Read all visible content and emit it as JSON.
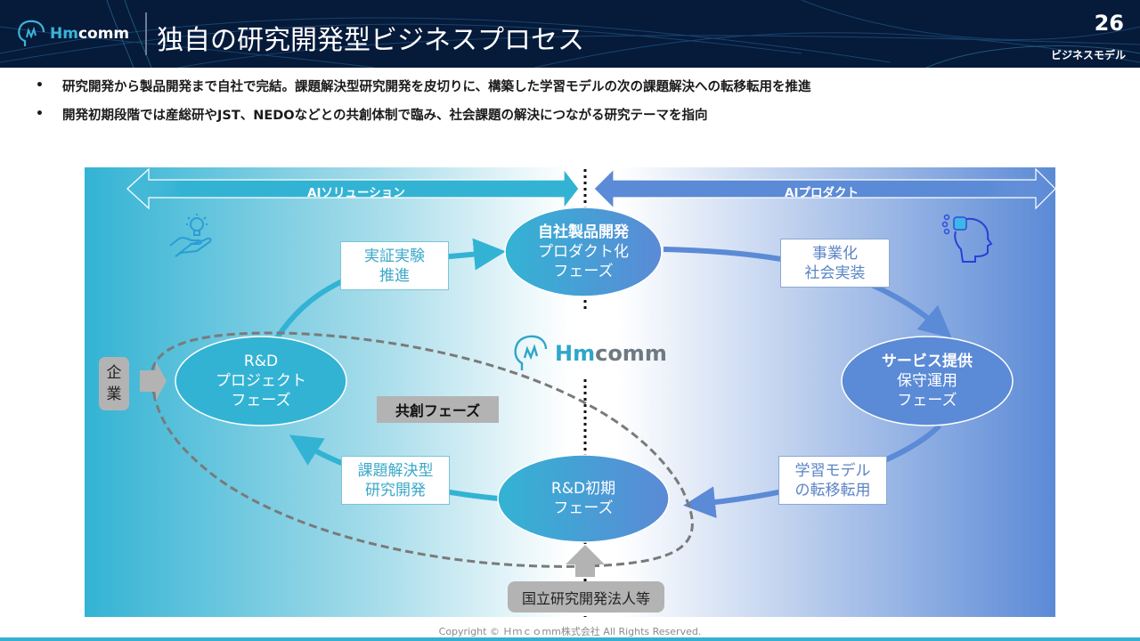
{
  "header": {
    "logo_text_prefix": "Hm",
    "logo_text_suffix": "comm",
    "title": "独自の研究開発型ビジネスプロセス",
    "page_number": "26",
    "section": "ビジネスモデル"
  },
  "bullets": [
    "研究開発から製品開発まで自社で完結。課題解決型研究開発を皮切りに、構築した学習モデルの次の課題解決への転移転用を推進",
    "開発初期段階では産総研やJST、NEDOなどとの共創体制で臨み、社会課題の解決につながる研究テーマを指向"
  ],
  "diagram": {
    "left_arrow_label": "AIソリューション",
    "right_arrow_label": "AIプロダクト",
    "left_icon": "hand-lightbulb-icon",
    "right_icon": "ai-head-icon",
    "phases": {
      "top": {
        "title": "自社製品開発",
        "line2": "プロダクト化",
        "line3": "フェーズ"
      },
      "right": {
        "title": "サービス提供",
        "line2": "保守運用",
        "line3": "フェーズ"
      },
      "bottom": {
        "line1": "R&D初期",
        "line2": "フェーズ"
      },
      "left": {
        "line1": "R&D",
        "line2": "プロジェクト",
        "line3": "フェーズ"
      }
    },
    "transitions": {
      "left_to_top": {
        "line1": "実証実験",
        "line2": "推進"
      },
      "top_to_right": {
        "line1": "事業化",
        "line2": "社会実装"
      },
      "right_to_bottom": {
        "line1": "学習モデル",
        "line2": "の転移転用"
      },
      "bottom_to_left": {
        "line1": "課題解決型",
        "line2": "研究開発"
      }
    },
    "kigyo": {
      "char1": "企",
      "char2": "業"
    },
    "kyoso_label": "共創フェーズ",
    "kokuritsu_label": "国立研究開発法人等",
    "center_logo_prefix": "Hm",
    "center_logo_suffix": "comm",
    "colors": {
      "cyan": "#33b3d4",
      "blue": "#5b8ad6",
      "gray": "#b3b3b3",
      "dash": "#7a7a7a"
    }
  },
  "footer": {
    "copyright": "Copyright © Ｈｍｃｏmm株式会社 All Rights Reserved."
  }
}
